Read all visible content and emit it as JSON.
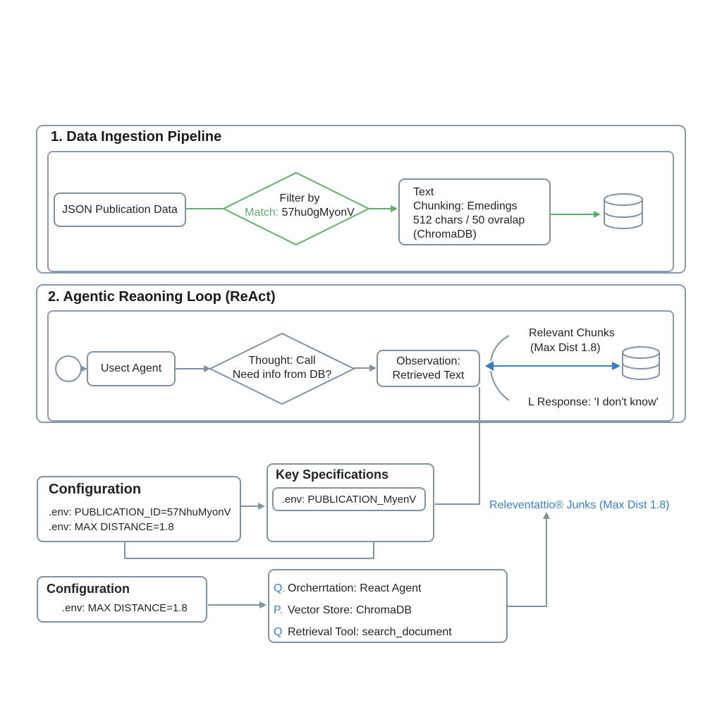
{
  "colors": {
    "stroke": "#8a9aa8",
    "green": "#5fae6b",
    "blue": "#3c7fc1",
    "text": "#1f2328"
  },
  "section1": {
    "title": "1. Data Ingestion Pipeline",
    "json_box": "JSON Publication Data",
    "filter": {
      "line1": "Filter by",
      "match_word": "Match:",
      "match_value": " 57hu0gMyonV"
    },
    "chunk_box": {
      "line1": "Text",
      "line2": "Chunking: Emedings",
      "line3": "512 chars / 50 ovralap",
      "line4": "(ChromaDB)"
    },
    "db_icon": "database-icon"
  },
  "section2": {
    "title": "2. Agentic Reaoning Loop (ReAct)",
    "agent_box": "Usect Agent",
    "thought": {
      "line1": "Thought: Call",
      "line2": "Need info from DB?"
    },
    "observation": {
      "line1": "Observation:",
      "line2": "Retrieved Text"
    },
    "relevant": {
      "line1": "Relevant Chunks",
      "line2": "(Max Dist 1.8)"
    },
    "response": "L Response: 'I don't know'",
    "db_icon": "database-icon"
  },
  "config1": {
    "title": "Configuration",
    "line1": ".env: PUBLICATION_ID=57NhuMyonV",
    "line2": ".env: MAX DISTANCE=1.8"
  },
  "key_specs": {
    "title": "Key Specifications",
    "field": ".env: PUBLICATION_MyenV"
  },
  "side_label": "Releventattio® Junks (Max Dist 1.8)",
  "config2": {
    "title": "Configuration",
    "line1": ".env: MAX DISTANCE=1.8"
  },
  "components": [
    {
      "prefix": "Q.",
      "text": "Orcherrtation: React Agent"
    },
    {
      "prefix": "P.",
      "text": "Vector Store: ChromaDB"
    },
    {
      "prefix": "Q",
      "text": "Retrieval Tool: search_document"
    }
  ]
}
